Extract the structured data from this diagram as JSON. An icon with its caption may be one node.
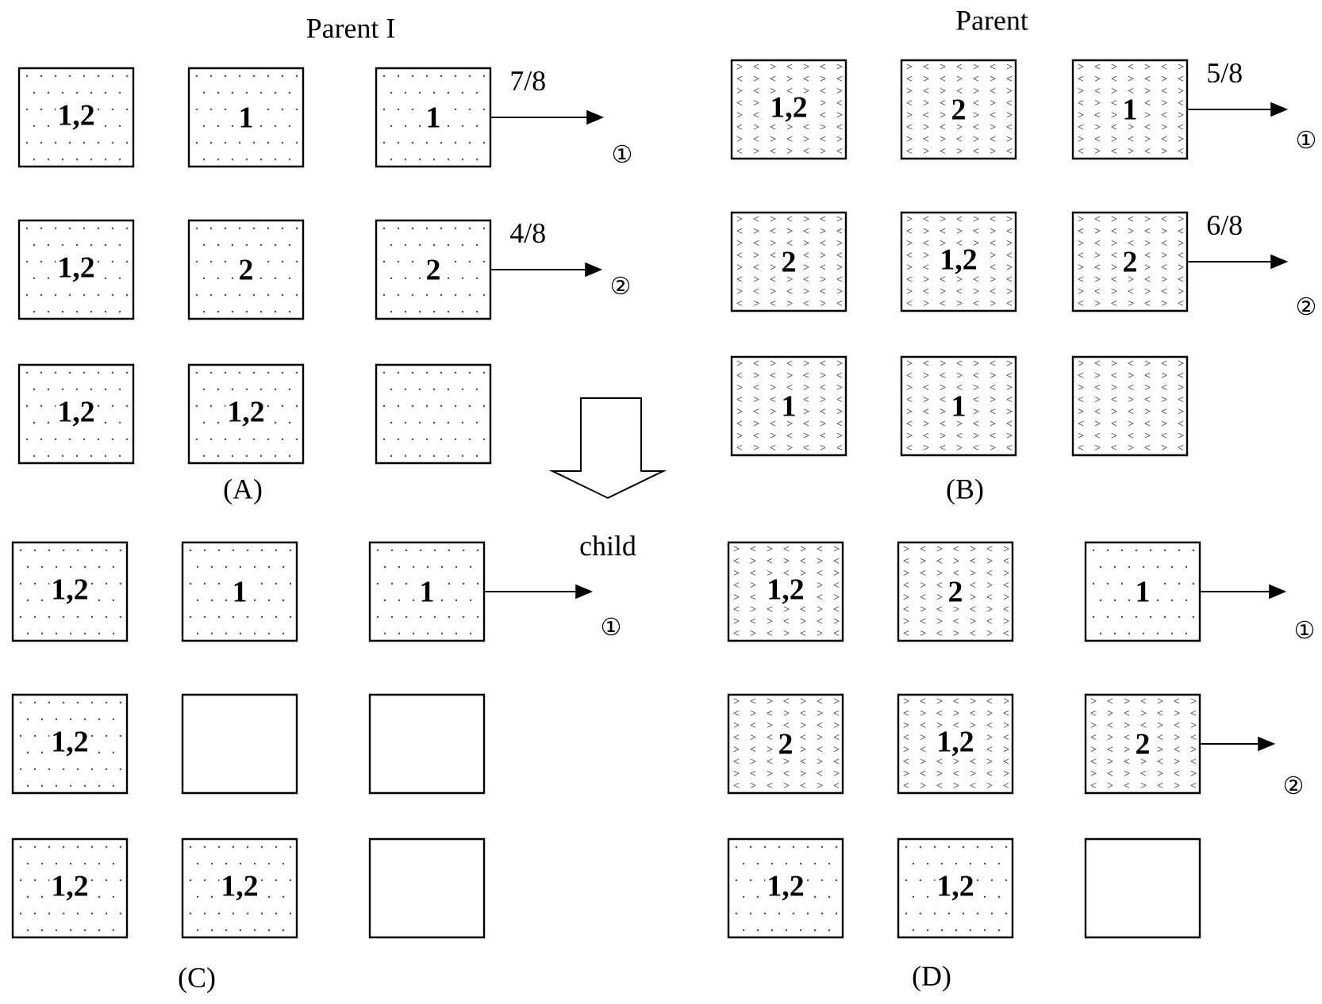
{
  "diagram": {
    "nodes": [
      {
        "text": [
          "1,2"
        ]
      },
      {
        "text": [
          "1"
        ]
      },
      {
        "text": [
          "1"
        ]
      },
      {
        "text": [
          "1,2"
        ]
      },
      {
        "text": [
          "2"
        ]
      },
      {
        "text": [
          "2"
        ]
      },
      {
        "text": [
          "1,2"
        ]
      },
      {
        "text": [
          "1,2"
        ]
      },
      {
        "text": [],
        "shape": "box"
      },
      {
        "text": [
          "①"
        ]
      },
      {
        "text": [
          "②"
        ]
      },
      {
        "text": [
          "1,2"
        ]
      },
      {
        "text": [
          "2"
        ]
      },
      {
        "text": [
          "1"
        ]
      },
      {
        "text": [
          "2"
        ]
      },
      {
        "text": [
          "1,2"
        ]
      },
      {
        "text": [
          "2"
        ]
      },
      {
        "text": [
          "1"
        ]
      },
      {
        "text": [
          "1"
        ]
      },
      {
        "text": [],
        "shape": "box"
      },
      {
        "text": [
          "①"
        ]
      },
      {
        "text": [
          "②"
        ]
      },
      {
        "text": [
          "1,2"
        ]
      },
      {
        "text": [
          "1"
        ]
      },
      {
        "text": [
          "1"
        ]
      },
      {
        "text": [
          "1,2"
        ]
      },
      {
        "text": [],
        "shape": "box"
      },
      {
        "text": [],
        "shape": "box"
      },
      {
        "text": [
          "1,2"
        ]
      },
      {
        "text": [
          "1,2"
        ]
      },
      {
        "text": [],
        "shape": "box"
      },
      {
        "text": [
          "①"
        ]
      },
      {
        "text": [
          "1,2"
        ]
      },
      {
        "text": [
          "2"
        ]
      },
      {
        "text": [
          "1"
        ]
      },
      {
        "text": [
          "2"
        ]
      },
      {
        "text": [
          "1,2"
        ]
      },
      {
        "text": [
          "2"
        ]
      },
      {
        "text": [
          "1,2"
        ]
      },
      {
        "text": [
          "1,2"
        ]
      },
      {
        "text": [],
        "shape": "box"
      },
      {
        "text": [
          "①"
        ]
      },
      {
        "text": [
          "②"
        ]
      }
    ],
    "edges": [
      {
        "from": 2,
        "to": 9,
        "arrow": "to",
        "label": "7/8"
      },
      {
        "from": 5,
        "to": 10,
        "arrow": "to",
        "label": "4/8"
      },
      {
        "from": 13,
        "to": 20,
        "arrow": "to",
        "label": "5/8"
      },
      {
        "from": 16,
        "to": 21,
        "arrow": "to",
        "label": "6/8"
      },
      {
        "from": 24,
        "to": 31,
        "arrow": "to"
      },
      {
        "from": 34,
        "to": 41,
        "arrow": "to"
      },
      {
        "from": 37,
        "to": 42,
        "arrow": "to"
      }
    ],
    "labels": [
      "Parent I",
      "Parent",
      "(A)",
      "(B)",
      "child",
      "(C)",
      "(D)"
    ]
  }
}
